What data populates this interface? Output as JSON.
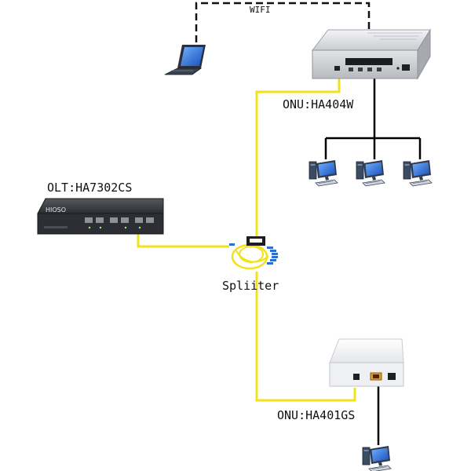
{
  "labels": {
    "wifi": "WIFI",
    "onu_top": "ONU:HA404W",
    "olt": "OLT:HA7302CS",
    "splitter": "Spliiter",
    "onu_bottom": "ONU:HA401GS"
  },
  "devices": {
    "olt_brand": "HIOSO"
  },
  "colors": {
    "fiber": "#f2e21c",
    "ethernet": "#000000",
    "onu_body": "#dcdde0",
    "olt_body": "#2a2c30",
    "screen": "#1f63d6"
  }
}
